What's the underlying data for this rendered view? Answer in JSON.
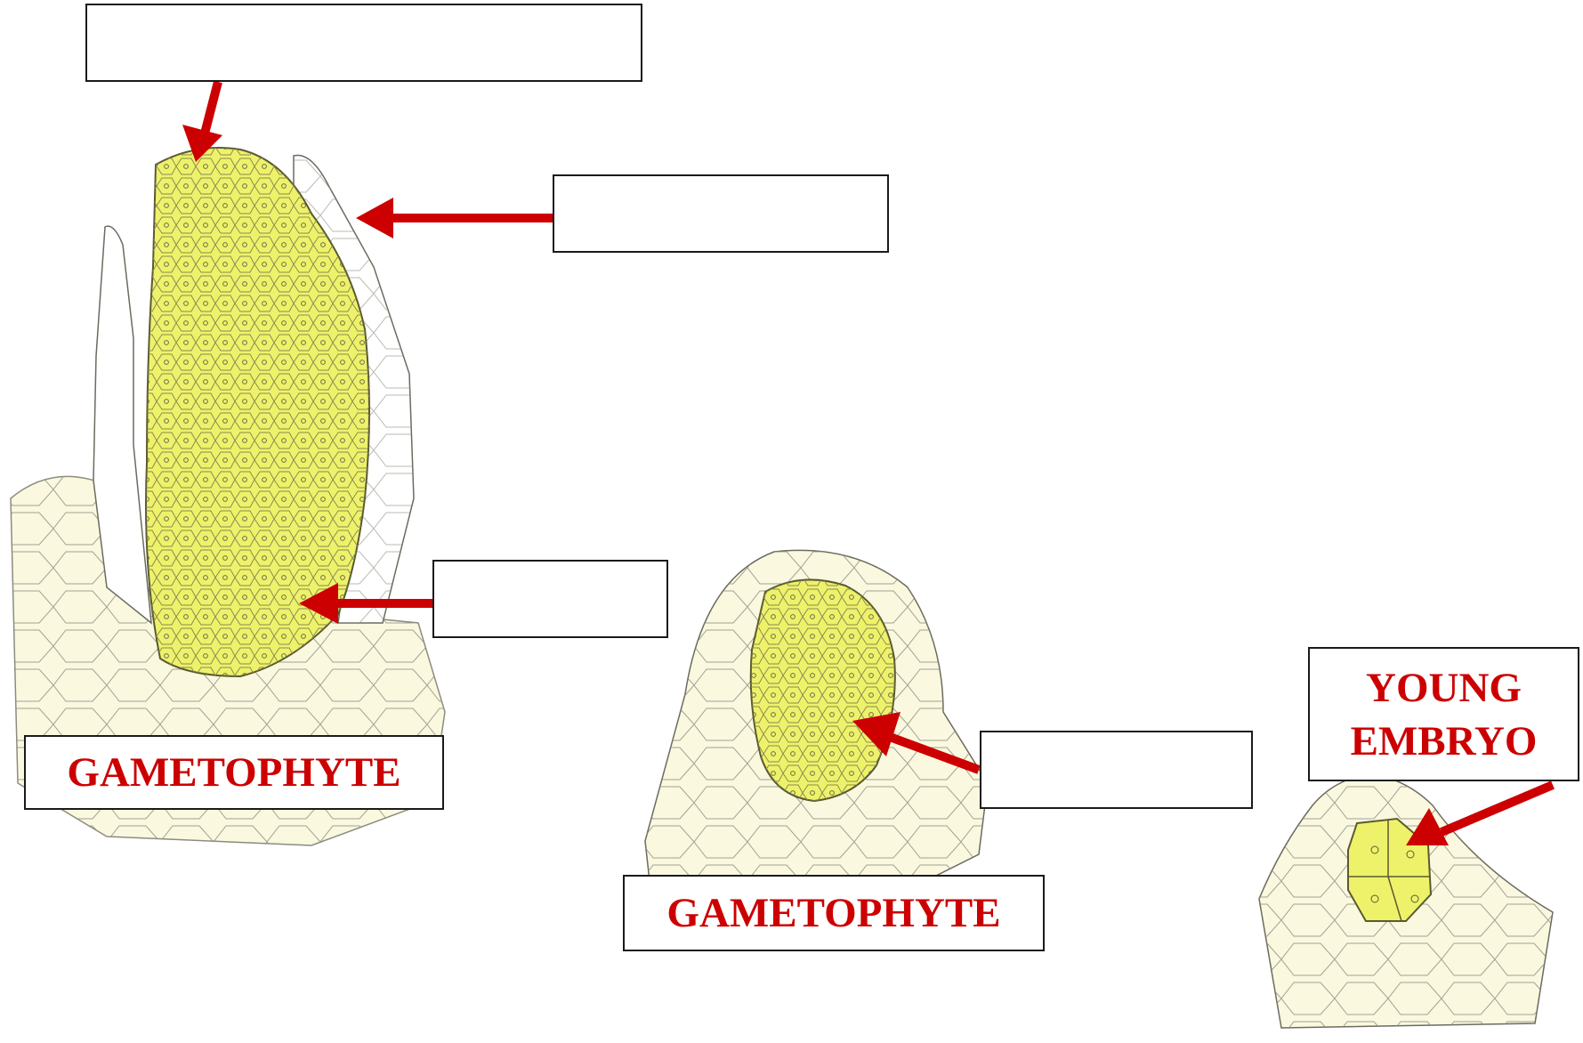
{
  "labels": {
    "left": "GAMETOPHYTE",
    "middle": "GAMETOPHYTE",
    "embryo_line1": "YOUNG",
    "embryo_line2": "EMBRYO"
  },
  "colors": {
    "label_text": "#cc0000",
    "arrow": "#cc0000",
    "cell_fill": "#eef26a",
    "tissue_fill": "#fbf8e0",
    "cell_line": "#6b6b4a",
    "box_border": "#1a1a1a"
  }
}
